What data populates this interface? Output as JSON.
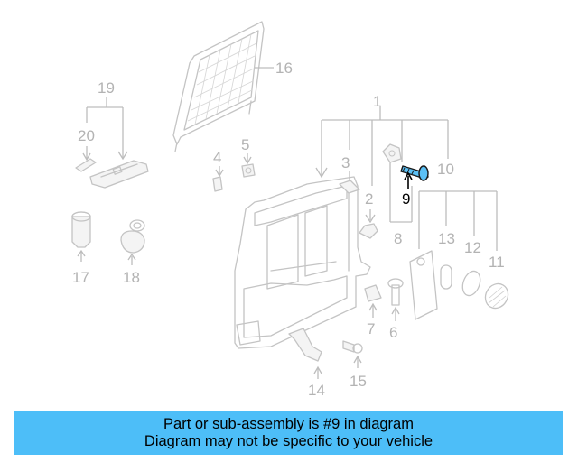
{
  "diagram": {
    "callouts": {
      "c1": "1",
      "c2": "2",
      "c3": "3",
      "c4": "4",
      "c5": "5",
      "c6": "6",
      "c7": "7",
      "c8": "8",
      "c9": "9",
      "c10": "10",
      "c11": "11",
      "c12": "12",
      "c13": "13",
      "c14": "14",
      "c15": "15",
      "c16": "16",
      "c17": "17",
      "c18": "18",
      "c19": "19",
      "c20": "20"
    },
    "highlighted_part": "9",
    "highlight_color": "#5bc0f5"
  },
  "banner": {
    "line1": "Part or sub-assembly is #9 in diagram",
    "line2": "Diagram may not be specific to your vehicle",
    "background": "#4dbef8"
  }
}
